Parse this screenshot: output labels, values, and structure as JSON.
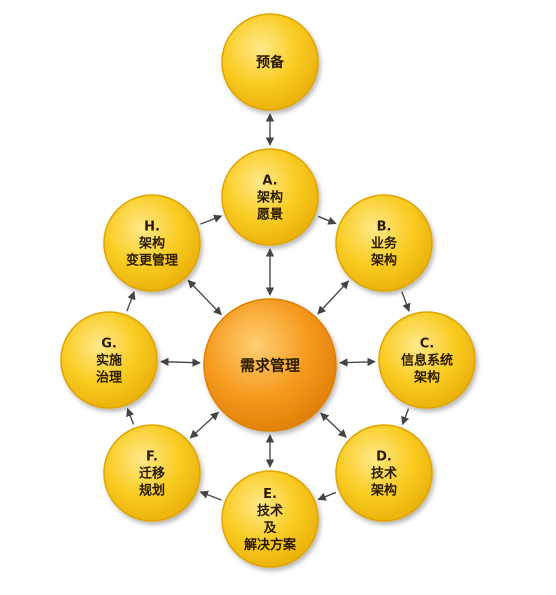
{
  "diagram": {
    "center": {
      "label": "需求管理"
    },
    "preliminary": {
      "label": "预备"
    },
    "phases": [
      {
        "id": "A",
        "letter": "A.",
        "lines": [
          "架构",
          "愿景"
        ]
      },
      {
        "id": "B",
        "letter": "B.",
        "lines": [
          "业务",
          "架构"
        ]
      },
      {
        "id": "C",
        "letter": "C.",
        "lines": [
          "信息系统",
          "架构"
        ]
      },
      {
        "id": "D",
        "letter": "D.",
        "lines": [
          "技术",
          "架构"
        ]
      },
      {
        "id": "E",
        "letter": "E.",
        "lines": [
          "技术",
          "及",
          "解决方案"
        ]
      },
      {
        "id": "F",
        "letter": "F.",
        "lines": [
          "迁移",
          "规划"
        ]
      },
      {
        "id": "G",
        "letter": "G.",
        "lines": [
          "实施",
          "治理"
        ]
      },
      {
        "id": "H",
        "letter": "H.",
        "lines": [
          "架构",
          "变更管理"
        ]
      }
    ],
    "colors": {
      "phase_fill": "#f8c81c",
      "phase_edge": "#e0a400",
      "center_fill": "#f39a1e",
      "center_edge": "#e07f00",
      "arrow": "#4a4a4a"
    }
  }
}
